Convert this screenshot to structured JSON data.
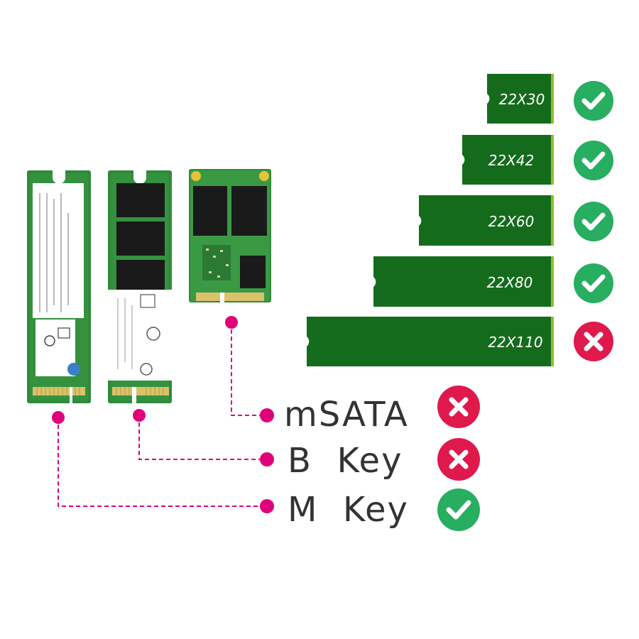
{
  "colors": {
    "pcb": "#2f8a3a",
    "pcb_dark": "#1f6a2a",
    "board": "#156b1c",
    "board_edge": "#8fbf2a",
    "connector": "#d9c26a",
    "chip": "#1a1a1a",
    "sticker": "#ffffff",
    "leader": "#e0007a",
    "ok": "#27ae60",
    "no": "#e0194c",
    "text": "#333333"
  },
  "sizes": [
    {
      "label": "22X30",
      "length": 30,
      "supported": true,
      "status_icon": "check-icon"
    },
    {
      "label": "22X42",
      "length": 42,
      "supported": true,
      "status_icon": "check-icon"
    },
    {
      "label": "22X60",
      "length": 60,
      "supported": true,
      "status_icon": "check-icon"
    },
    {
      "label": "22X80",
      "length": 80,
      "supported": true,
      "status_icon": "check-icon"
    },
    {
      "label": "22X110",
      "length": 110,
      "supported": false,
      "status_icon": "cross-icon"
    }
  ],
  "interfaces": [
    {
      "label": "mSATA",
      "supported": false,
      "status_icon": "cross-icon"
    },
    {
      "label": "B  Key",
      "supported": false,
      "status_icon": "cross-icon"
    },
    {
      "label": "M  Key",
      "supported": true,
      "status_icon": "check-icon"
    }
  ]
}
